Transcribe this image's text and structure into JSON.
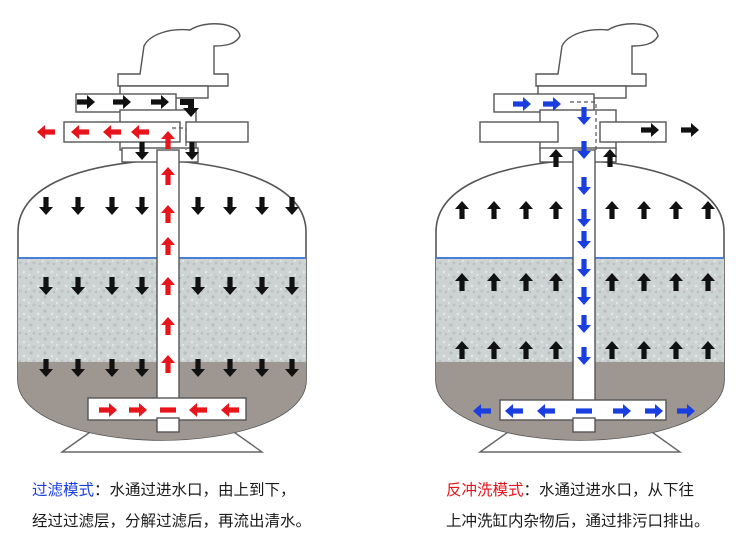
{
  "colors": {
    "filter_arrow": "#e8141b",
    "backwash_arrow": "#1a3fe0",
    "down_arrow": "#111111",
    "filter_mode_text": "#1a3fe0",
    "backwash_mode_text": "#e8141b",
    "sediment": "#9e9791",
    "sand": "#c9d0d0",
    "water_line": "#4a7fd6"
  },
  "left_caption": {
    "mode": "过滤模式",
    "line1_rest": "：水通过进水口，由上到下，",
    "line2": "经过过滤层，分解过滤后，再流出清水。"
  },
  "right_caption": {
    "mode": "反冲洗模式",
    "line1_rest": "：水通过进水口，从下往",
    "line2": "上冲洗缸内杂物后，通过排污口排出。"
  }
}
